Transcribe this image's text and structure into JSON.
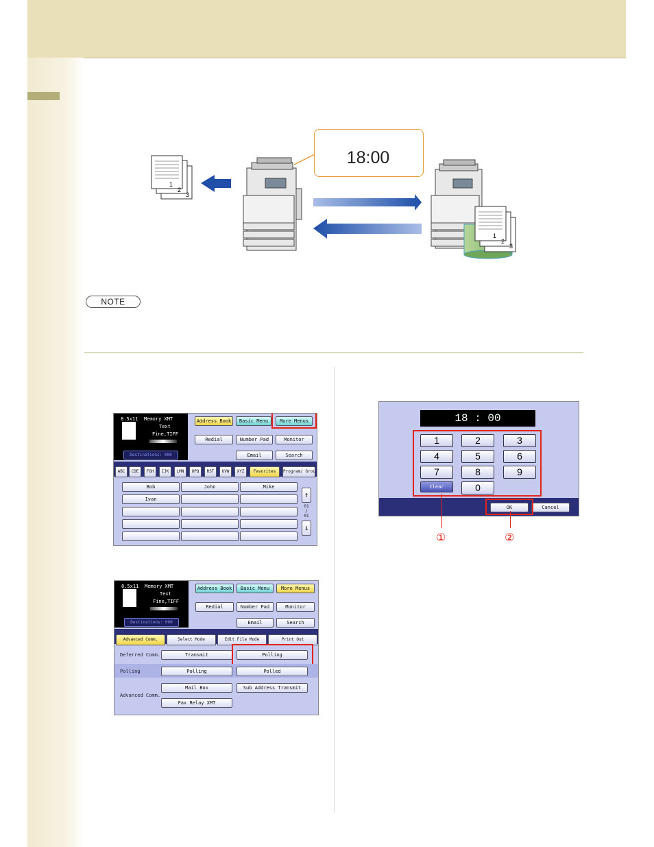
{
  "illustration": {
    "time_bubble": "18:00",
    "page_numbers": [
      "1",
      "2",
      "3"
    ]
  },
  "note_label": "NOTE",
  "screen1": {
    "status": {
      "paper": "8.5x11",
      "memory": "Memory XMT",
      "mode": "Text",
      "quality": "Fine,TIFF",
      "destinations": "Destinations: 000"
    },
    "top_buttons": [
      "Address Book",
      "Basic Menu",
      "More Menus"
    ],
    "row2_buttons": [
      "Redial",
      "Number Pad",
      "Monitor"
    ],
    "row3_buttons": [
      "Email",
      "Search"
    ],
    "index_tabs": [
      "ABC",
      "CDE",
      "FGH",
      "IJK",
      "LMN",
      "OPQ",
      "RST",
      "UVW",
      "XYZ",
      "Favorites",
      "Program/ Group"
    ],
    "entries": [
      "Bob",
      "John",
      "Mike",
      "Ivan"
    ],
    "page_indicator": "01 / 01"
  },
  "screen2": {
    "status": {
      "paper": "8.5x11",
      "memory": "Memory XMT",
      "mode": "Text",
      "quality": "Fine,TIFF",
      "destinations": "Destinations: 000"
    },
    "top_buttons": [
      "Address Book",
      "Basic Menu",
      "More Menus"
    ],
    "row2_buttons": [
      "Redial",
      "Number Pad",
      "Monitor"
    ],
    "row3_buttons": [
      "Email",
      "Search"
    ],
    "tabs": [
      "Advanced Comm.",
      "Select Mode",
      "Edit File Mode",
      "Print Out"
    ],
    "rows": [
      {
        "label": "Deferred Comm.",
        "buttons": [
          "Transmit",
          "Polling"
        ]
      },
      {
        "label": "Polling",
        "buttons": [
          "Polling",
          "Polled"
        ]
      },
      {
        "label": "Advanced Comm.",
        "buttons": [
          "Mail Box",
          "Sub Address Transmit",
          "Fax Relay XMT"
        ]
      }
    ]
  },
  "keypad": {
    "time_display": "18 : 00",
    "keys": [
      "1",
      "2",
      "3",
      "4",
      "5",
      "6",
      "7",
      "8",
      "9",
      "Clear",
      "0"
    ],
    "ok": "OK",
    "cancel": "Cancel",
    "callouts": [
      "①",
      "②"
    ]
  },
  "colors": {
    "accent_red": "#e2231a",
    "band": "#e9dfb9",
    "arrow_blue": "#1f4fa8"
  }
}
